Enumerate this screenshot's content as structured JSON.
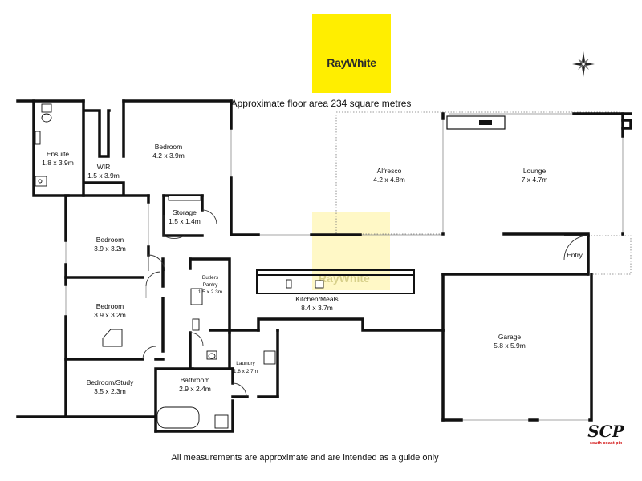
{
  "brand": {
    "name": "RayWhite",
    "color": "#ffee00"
  },
  "header": {
    "floor_area": "Approximate floor area 234 square metres"
  },
  "footer": {
    "disclaimer": "All measurements are approximate and are intended as a guide only"
  },
  "photographer": {
    "mark": "SCP",
    "subtitle": "south coast pix"
  },
  "watermark": {
    "text": "RayWhite"
  },
  "compass": {
    "icon": "compass-icon"
  },
  "rooms": {
    "ensuite": {
      "name": "Ensuite",
      "size": "1.8 x 3.9m"
    },
    "wir": {
      "name": "WIR",
      "size": "1.5 x 3.9m"
    },
    "bedroom_master": {
      "name": "Bedroom",
      "size": "4.2 x 3.9m"
    },
    "storage": {
      "name": "Storage",
      "size": "1.5 x 1.4m"
    },
    "bedroom_2": {
      "name": "Bedroom",
      "size": "3.9 x 3.2m"
    },
    "bedroom_3": {
      "name": "Bedroom",
      "size": "3.9 x 3.2m"
    },
    "bedroom_study": {
      "name": "Bedroom/Study",
      "size": "3.5 x 2.3m"
    },
    "butlers_pantry": {
      "name_line1": "Butlers",
      "name_line2": "Pantry",
      "size": "1.5 x 2.3m"
    },
    "kitchen": {
      "name": "Kitchen/Meals",
      "size": "8.4 x 3.7m"
    },
    "laundry": {
      "name": "Laundry",
      "size": "1.8 x 2.7m"
    },
    "bathroom": {
      "name": "Bathroom",
      "size": "2.9 x 2.4m"
    },
    "alfresco": {
      "name": "Alfresco",
      "size": "4.2 x 4.8m"
    },
    "lounge": {
      "name": "Lounge",
      "size": "7 x 4.7m"
    },
    "entry": {
      "name": "Entry"
    },
    "garage": {
      "name": "Garage",
      "size": "5.8 x 5.9m"
    }
  }
}
